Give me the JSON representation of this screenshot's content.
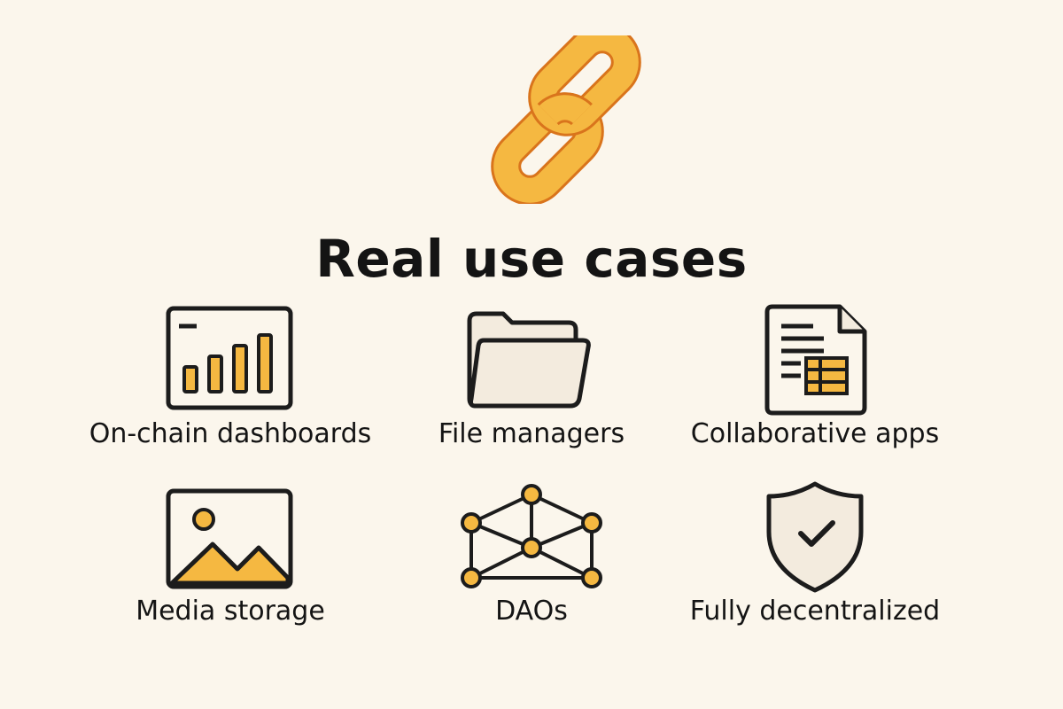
{
  "title": "Real use cases",
  "colors": {
    "background": "#fbf6ec",
    "accent_fill": "#f5b841",
    "accent_stroke": "#d9741c",
    "outline": "#1c1c1c",
    "panel_fill": "#f3ebde"
  },
  "hero_icon": "chain-link-icon",
  "use_cases": [
    {
      "label": "On-chain dashboards",
      "icon": "bar-chart-dashboard-icon"
    },
    {
      "label": "File managers",
      "icon": "folder-icon"
    },
    {
      "label": "Collaborative apps",
      "icon": "document-icon"
    },
    {
      "label": "Media storage",
      "icon": "image-icon"
    },
    {
      "label": "DAOs",
      "icon": "network-cube-icon"
    },
    {
      "label": "Fully decentralized",
      "icon": "shield-check-icon"
    }
  ]
}
